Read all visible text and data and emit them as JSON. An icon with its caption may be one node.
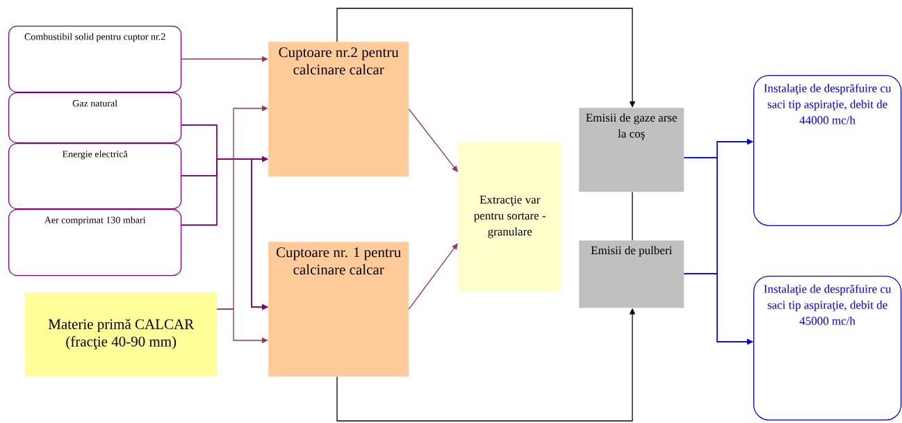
{
  "diagram": {
    "nodes": [
      {
        "text": [
          "Combustibil solid pentru cuptor nr.2"
        ]
      },
      {
        "text": [
          "Gaz natural"
        ]
      },
      {
        "text": [
          "Energie electrică"
        ]
      },
      {
        "text": [
          "Aer comprimat 130 mbari"
        ]
      },
      {
        "text": [
          "Materie primă CALCAR (fracţie 40-90 mm)"
        ]
      },
      {
        "text": [
          "Cuptoare nr.2 pentru calcinare calcar"
        ]
      },
      {
        "text": [
          "Cuptoare nr. 1 pentru calcinare calcar"
        ]
      },
      {
        "text": [
          "Extracţie var pentru sortare - granulare"
        ]
      },
      {
        "text": [
          "Emisii de gaze arse la coş"
        ]
      },
      {
        "text": [
          "Emisii de pulberi"
        ]
      },
      {
        "text": [
          "Instalaţie de desprăfuire cu saci tip aspiraţie, debit de 44000 mc/h"
        ]
      },
      {
        "text": [
          "Instalaţie de desprăfuire cu saci tip aspiraţie, debit de 45000 mc/h"
        ]
      }
    ],
    "edges": [
      {
        "from": 0,
        "to": 5,
        "arrow": "to"
      },
      {
        "from": 1,
        "to": 5,
        "arrow": "to",
        "color": "#800080"
      },
      {
        "from": 2,
        "to": 5,
        "arrow": "to",
        "color": "#800080"
      },
      {
        "from": 3,
        "to": 5,
        "arrow": "to",
        "color": "#800080"
      },
      {
        "from": 1,
        "to": 6,
        "arrow": "to",
        "color": "#800080"
      },
      {
        "from": 2,
        "to": 6,
        "arrow": "to",
        "color": "#800080"
      },
      {
        "from": 3,
        "to": 6,
        "arrow": "to",
        "color": "#800080"
      },
      {
        "from": 4,
        "to": 5,
        "arrow": "to"
      },
      {
        "from": 4,
        "to": 6,
        "arrow": "to"
      },
      {
        "from": 5,
        "to": 7,
        "arrow": "to"
      },
      {
        "from": 6,
        "to": 7,
        "arrow": "to"
      },
      {
        "from": 5,
        "to": 8,
        "arrow": "to",
        "color": "#000000"
      },
      {
        "from": 6,
        "to": 9,
        "arrow": "to",
        "color": "#000000"
      },
      {
        "from": 8,
        "to": 9,
        "arrow": "none",
        "color": "#000000"
      },
      {
        "from": 8,
        "to": 10,
        "arrow": "to",
        "color": "#0000ff"
      },
      {
        "from": 8,
        "to": 11,
        "arrow": "to",
        "color": "#0000ff"
      },
      {
        "from": 9,
        "to": 10,
        "arrow": "to",
        "color": "#0000ff"
      },
      {
        "from": 9,
        "to": 11,
        "arrow": "to",
        "color": "#0000ff"
      }
    ]
  }
}
